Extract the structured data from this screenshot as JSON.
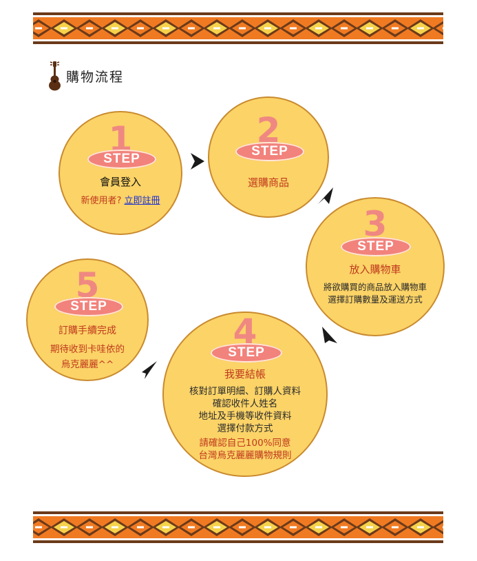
{
  "page_title": "購物流程",
  "steps": [
    {
      "number": "1",
      "badge": "STEP",
      "title": "會員登入",
      "new_user": "新使用者?",
      "register_link": "立即註冊"
    },
    {
      "number": "2",
      "badge": "STEP",
      "title": "選購商品"
    },
    {
      "number": "3",
      "badge": "STEP",
      "title": "放入購物車",
      "lines": [
        "將欲購買的商品放入購物車",
        "選擇訂購數量及運送方式"
      ]
    },
    {
      "number": "4",
      "badge": "STEP",
      "title": "我要結帳",
      "lines": [
        "核對訂單明細、訂購人資料",
        "確認收件人姓名",
        "地址及手機等收件資料",
        "選擇付款方式"
      ],
      "notes": [
        "請確認自己100%同意",
        "台灣烏克麗麗購物規則"
      ]
    },
    {
      "number": "5",
      "badge": "STEP",
      "title": "訂購手續完成",
      "lines": [
        "期待收到卡哇依的",
        "烏克麗麗^^"
      ]
    }
  ],
  "colors": {
    "circle_fill": "#fbd367",
    "circle_border": "#c98a2e",
    "step_pill": "#f2827c",
    "step_number": "#f08882",
    "band_orange": "#f07a22",
    "band_brown": "#6b3a1a",
    "title_red": "#c0391d",
    "link_blue": "#1b2fd3"
  },
  "icons": {
    "title_icon": "ukulele-icon",
    "arrow_icon": "flow-arrow-icon"
  }
}
